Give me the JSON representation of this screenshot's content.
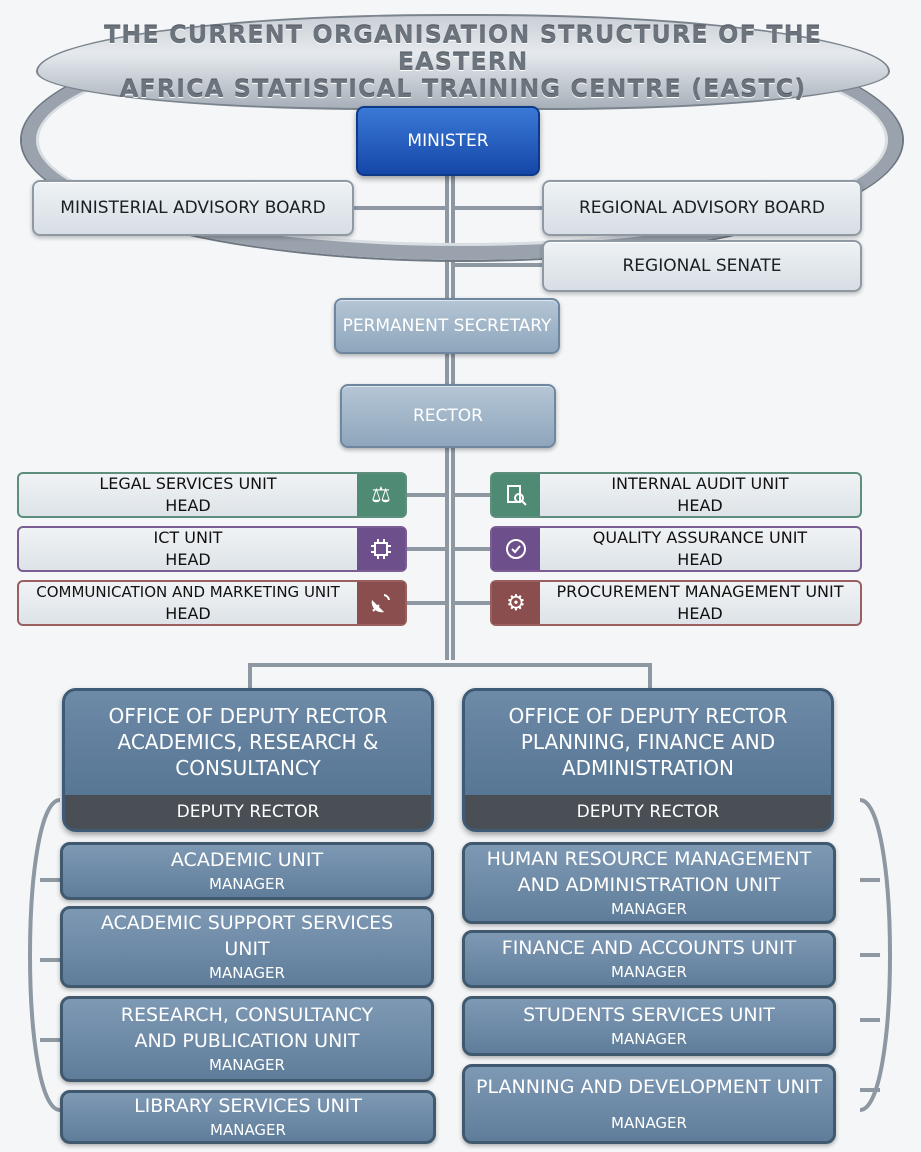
{
  "title": {
    "line1": "THE CURRENT ORGANISATION STRUCTURE OF THE EASTERN",
    "line2": "AFRICA STATISTICAL TRAINING CENTRE (EASTC)"
  },
  "top": {
    "minister": "MINISTER",
    "ministerial_advisory_board": "MINISTERIAL ADVISORY BOARD",
    "regional_advisory_board": "REGIONAL ADVISORY BOARD",
    "regional_senate": "REGIONAL SENATE",
    "permanent_secretary": "PERMANENT SECRETARY",
    "rector": "RECTOR"
  },
  "units_left": [
    {
      "name": "LEGAL SERVICES UNIT",
      "role": "HEAD",
      "icon": "scales-icon"
    },
    {
      "name": "ICT UNIT",
      "role": "HEAD",
      "icon": "chip-icon"
    },
    {
      "name": "COMMUNICATION AND MARKETING UNIT",
      "role": "HEAD",
      "icon": "satellite-dish-icon"
    }
  ],
  "units_right": [
    {
      "name": "INTERNAL AUDIT UNIT",
      "role": "HEAD",
      "icon": "document-search-icon"
    },
    {
      "name": "QUALITY ASSURANCE UNIT",
      "role": "HEAD",
      "icon": "badge-check-icon"
    },
    {
      "name": "PROCUREMENT MANAGEMENT UNIT",
      "role": "HEAD",
      "icon": "gears-icon"
    }
  ],
  "office_left": {
    "line1": "OFFICE OF DEPUTY RECTOR",
    "line2": "ACADEMICS, RESEARCH &",
    "line3": "CONSULTANCY",
    "role": "DEPUTY RECTOR"
  },
  "office_right": {
    "line1": "OFFICE OF DEPUTY RECTOR",
    "line2": "PLANNING, FINANCE AND",
    "line3": "ADMINISTRATION",
    "role": "DEPUTY RECTOR"
  },
  "depts_left": [
    {
      "line1": "ACADEMIC UNIT",
      "line2": "",
      "role": "MANAGER"
    },
    {
      "line1": "ACADEMIC SUPPORT SERVICES",
      "line2": "UNIT",
      "role": "MANAGER"
    },
    {
      "line1": "RESEARCH, CONSULTANCY",
      "line2": "AND PUBLICATION UNIT",
      "role": "MANAGER"
    },
    {
      "line1": "LIBRARY SERVICES UNIT",
      "line2": "",
      "role": "MANAGER"
    }
  ],
  "depts_right": [
    {
      "line1": "HUMAN RESOURCE MANAGEMENT",
      "line2": "AND ADMINISTRATION UNIT",
      "role": "MANAGER"
    },
    {
      "line1": "FINANCE AND ACCOUNTS UNIT",
      "line2": "",
      "role": "MANAGER"
    },
    {
      "line1": "STUDENTS SERVICES UNIT",
      "line2": "",
      "role": "MANAGER"
    },
    {
      "line1": "PLANNING AND DEVELOPMENT UNIT",
      "line2": "",
      "role": "MANAGER"
    }
  ],
  "colors": {
    "minister_blue": "#1e5bc6",
    "steel": "#8ea6bc",
    "office_blue": "#5b7b9b",
    "footer_gray": "#4a4f56",
    "legal_green": "#4f8a74",
    "ict_purple": "#6d4f8c",
    "comm_red": "#8b4e4e"
  }
}
